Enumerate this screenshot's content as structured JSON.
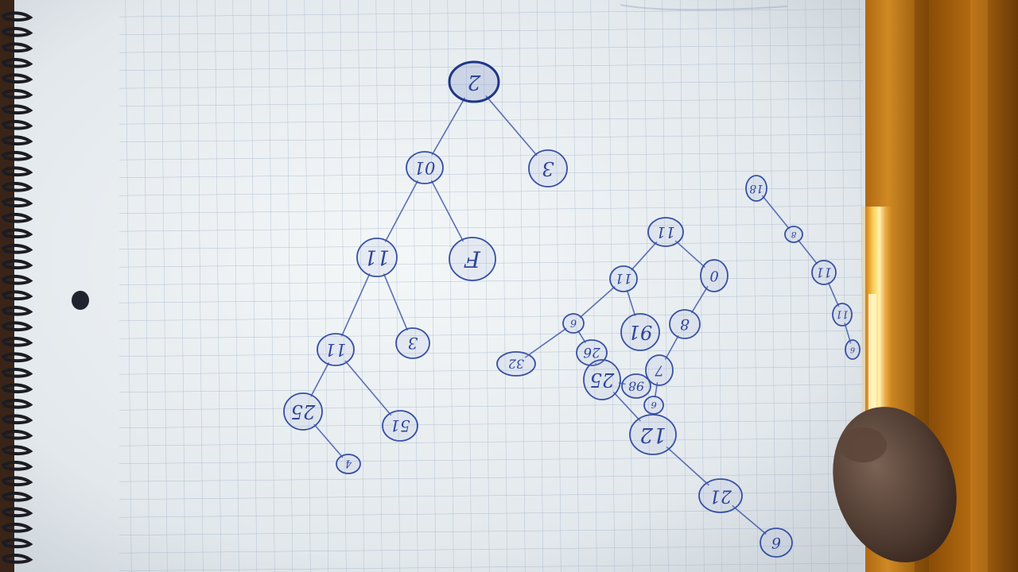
{
  "scene": {
    "description_free": true,
    "colors": {
      "paper": "#eef2f4",
      "grid": "#9fb0c7",
      "ink": "#3650a4",
      "curtain": "#c77a14",
      "light_flare": "#ffe28a",
      "spiral": "#2a2a30",
      "hand": "#5a463c"
    },
    "icons": [
      "spiral-binding-icon",
      "punch-hole-icon",
      "hand-icon"
    ]
  },
  "trees": [
    {
      "nodes": [
        {
          "id": "a1",
          "label": "2",
          "root": true
        },
        {
          "id": "a2",
          "label": "01"
        },
        {
          "id": "a3",
          "label": "3"
        },
        {
          "id": "a4",
          "label": "11"
        },
        {
          "id": "a5",
          "label": "F"
        },
        {
          "id": "a6",
          "label": "11"
        },
        {
          "id": "a7",
          "label": "3"
        },
        {
          "id": "a8",
          "label": "25"
        },
        {
          "id": "a9",
          "label": "51"
        },
        {
          "id": "a10",
          "label": "4"
        }
      ],
      "edges": [
        [
          "a1",
          "a2"
        ],
        [
          "a1",
          "a3"
        ],
        [
          "a2",
          "a4"
        ],
        [
          "a2",
          "a5"
        ],
        [
          "a4",
          "a6"
        ],
        [
          "a4",
          "a7"
        ],
        [
          "a6",
          "a8"
        ],
        [
          "a6",
          "a9"
        ],
        [
          "a8",
          "a10"
        ]
      ]
    },
    {
      "nodes": [
        {
          "id": "b1",
          "label": "11"
        },
        {
          "id": "b2",
          "label": "11"
        },
        {
          "id": "b3",
          "label": "0"
        },
        {
          "id": "b4",
          "label": "6"
        },
        {
          "id": "b5",
          "label": "91"
        },
        {
          "id": "b6",
          "label": "8"
        },
        {
          "id": "b7",
          "label": "32"
        },
        {
          "id": "b8",
          "label": "26"
        },
        {
          "id": "b9",
          "label": "25"
        },
        {
          "id": "b10",
          "label": "7"
        },
        {
          "id": "b11",
          "label": "98"
        },
        {
          "id": "b12",
          "label": "6"
        },
        {
          "id": "b13",
          "label": "12"
        },
        {
          "id": "b14",
          "label": "21"
        },
        {
          "id": "b15",
          "label": "6"
        }
      ],
      "edges": [
        [
          "b1",
          "b2"
        ],
        [
          "b1",
          "b3"
        ],
        [
          "b2",
          "b4"
        ],
        [
          "b2",
          "b5"
        ],
        [
          "b3",
          "b6"
        ],
        [
          "b4",
          "b7"
        ],
        [
          "b4",
          "b8"
        ],
        [
          "b8",
          "b9"
        ],
        [
          "b6",
          "b10"
        ],
        [
          "b9",
          "b11"
        ],
        [
          "b10",
          "b12"
        ],
        [
          "b9",
          "b13"
        ],
        [
          "b13",
          "b14"
        ],
        [
          "b14",
          "b15"
        ]
      ]
    },
    {
      "nodes": [
        {
          "id": "c1",
          "label": "18"
        },
        {
          "id": "c2",
          "label": "8"
        },
        {
          "id": "c3",
          "label": "11"
        },
        {
          "id": "c4",
          "label": "11"
        },
        {
          "id": "c5",
          "label": "6"
        }
      ],
      "edges": [
        [
          "c1",
          "c2"
        ],
        [
          "c2",
          "c3"
        ],
        [
          "c3",
          "c4"
        ],
        [
          "c4",
          "c5"
        ]
      ]
    }
  ]
}
